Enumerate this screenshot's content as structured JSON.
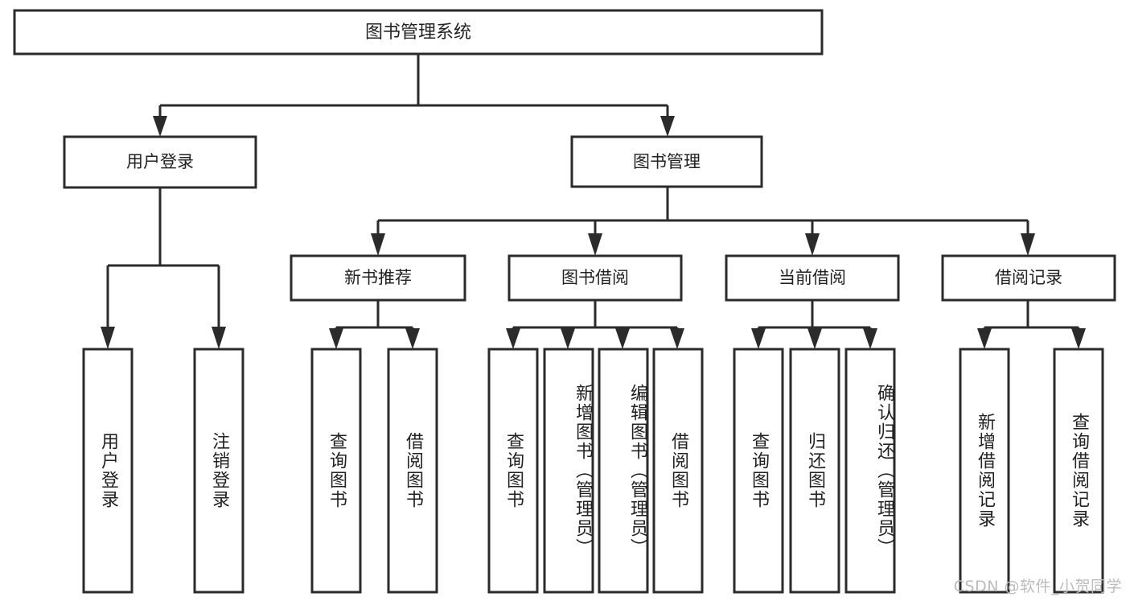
{
  "diagram": {
    "title": "图书管理系统",
    "type": "tree",
    "root": {
      "label": "图书管理系统"
    },
    "level2": [
      {
        "label": "用户登录"
      },
      {
        "label": "图书管理"
      }
    ],
    "level3": [
      {
        "label": "新书推荐"
      },
      {
        "label": "图书借阅"
      },
      {
        "label": "当前借阅"
      },
      {
        "label": "借阅记录"
      }
    ],
    "leaves": {
      "user_login": [
        {
          "label": "用户登录"
        },
        {
          "label": "注销登录"
        }
      ],
      "new_book_recommend": [
        {
          "label": "查询图书"
        },
        {
          "label": "借阅图书"
        }
      ],
      "book_borrow": [
        {
          "label": "查询图书"
        },
        {
          "label": "新增图书（管理员）"
        },
        {
          "label": "编辑图书（管理员）"
        },
        {
          "label": "借阅图书"
        }
      ],
      "current_borrow": [
        {
          "label": "查询图书"
        },
        {
          "label": "归还图书"
        },
        {
          "label": "确认归还（管理员）"
        }
      ],
      "borrow_record": [
        {
          "label": "新增借阅记录"
        },
        {
          "label": "查询借阅记录"
        }
      ]
    }
  },
  "watermark": {
    "text": "CSDN @软件_小贺同学"
  },
  "colors": {
    "stroke": "#2b2b2b",
    "fill": "#ffffff",
    "text": "#222222",
    "watermark": "#bbbbbb"
  }
}
